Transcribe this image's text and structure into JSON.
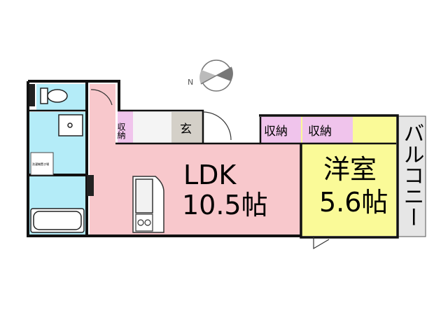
{
  "compass": {
    "label": "N"
  },
  "rooms": {
    "ldk": {
      "name": "LDK",
      "size": "10.5帖"
    },
    "yoshitsu": {
      "name": "洋室",
      "size": "5.6帖"
    },
    "balcony": {
      "name": "バルコニー"
    },
    "genkan": {
      "name": "玄"
    },
    "storage_small": {
      "name": "収納"
    },
    "storage_left": {
      "name": "収納"
    },
    "storage_right": {
      "name": "収納"
    },
    "washer": {
      "name": "洗濯機置き場"
    }
  },
  "colors": {
    "ldk": "#f8c8cc",
    "yoshitsu": "#fafa98",
    "wet": "#b4ecf8",
    "storage": "#f0c4ec",
    "genkan": "#d4d0c8",
    "balcony": "#e6e6e6",
    "wall": "#111111"
  },
  "icons": [
    "toilet-icon",
    "washbasin-icon",
    "bathtub-icon",
    "kitchen-sink-icon",
    "compass-icon"
  ]
}
